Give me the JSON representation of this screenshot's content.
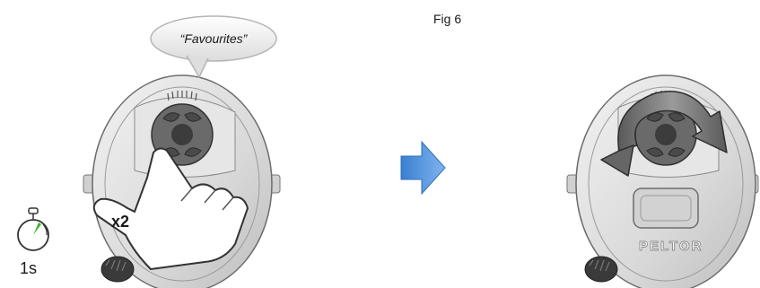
{
  "figure": {
    "label": "Fig 6"
  },
  "speech_bubble": {
    "text": "“Favourites”"
  },
  "press_badge": {
    "text": "x2"
  },
  "timer": {
    "text": "1s",
    "icon": "stopwatch-icon",
    "accent_color": "#43b02a"
  },
  "device": {
    "brand": "PELTOR"
  },
  "transition": {
    "icon": "arrow-right-icon",
    "color": "#4a90d9"
  },
  "rotation": {
    "icon": "rotate-arrows-icon"
  }
}
